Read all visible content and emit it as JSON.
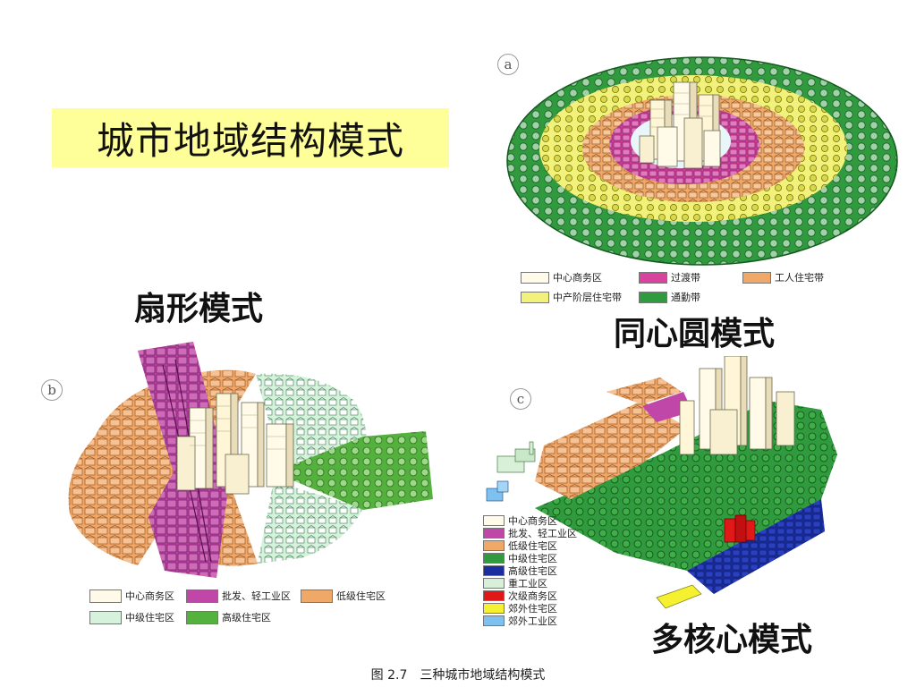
{
  "main_title": "城市地域结构模式",
  "panels": {
    "a": {
      "letter": "a",
      "title": "同心圆模式",
      "legend": [
        {
          "label": "中心商务区",
          "color": "#fffbe8"
        },
        {
          "label": "过渡带",
          "color": "#d8439e"
        },
        {
          "label": "工人住宅带",
          "color": "#f0a868"
        },
        {
          "label": "中产阶层住宅带",
          "color": "#f2f27a"
        },
        {
          "label": "通勤带",
          "color": "#2f9a3e"
        }
      ]
    },
    "b": {
      "letter": "b",
      "title": "扇形模式",
      "legend": [
        {
          "label": "中心商务区",
          "color": "#fffbe8"
        },
        {
          "label": "批发、轻工业区",
          "color": "#c047a8"
        },
        {
          "label": "低级住宅区",
          "color": "#f0a868"
        },
        {
          "label": "中级住宅区",
          "color": "#d6f2dd"
        },
        {
          "label": "高级住宅区",
          "color": "#55b13e"
        }
      ]
    },
    "c": {
      "letter": "c",
      "title": "多核心模式",
      "legend": [
        {
          "label": "中心商务区",
          "color": "#fffbe8"
        },
        {
          "label": "批发、轻工业区",
          "color": "#c047a8"
        },
        {
          "label": "低级住宅区",
          "color": "#f0a868"
        },
        {
          "label": "中级住宅区",
          "color": "#2f9a3e"
        },
        {
          "label": "高级住宅区",
          "color": "#1a2ea0"
        },
        {
          "label": "重工业区",
          "color": "#d8f0d8"
        },
        {
          "label": "次级商务区",
          "color": "#e01818"
        },
        {
          "label": "郊外住宅区",
          "color": "#f5f030"
        },
        {
          "label": "郊外工业区",
          "color": "#7ec0f0"
        }
      ]
    }
  },
  "caption": "图 2.7　三种城市地域结构模式"
}
